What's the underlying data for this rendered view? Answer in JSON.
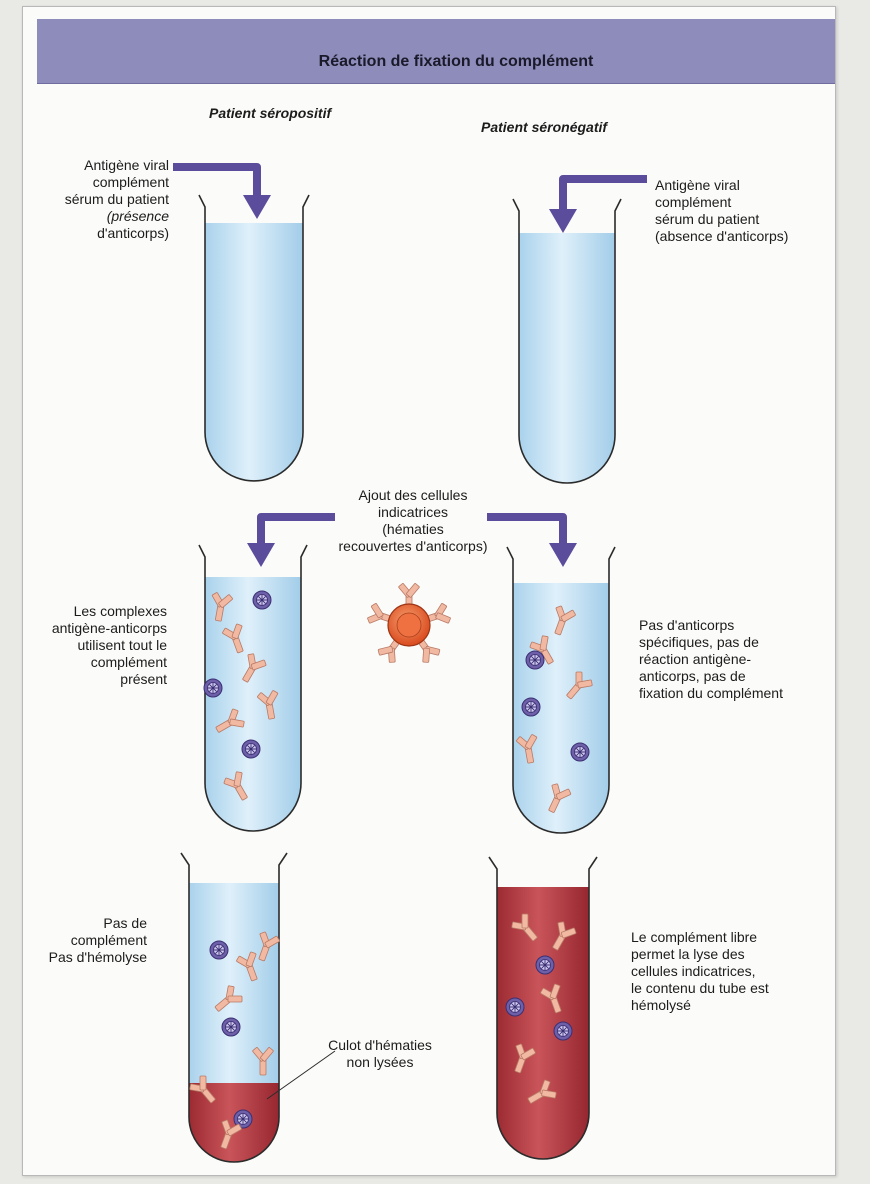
{
  "title": "Réaction de fixation du complément",
  "columns": {
    "left": "Patient séropositif",
    "right": "Patient séronégatif"
  },
  "labels": {
    "left_input": [
      "Antigène viral",
      "complément",
      "sérum du patient",
      "(présence",
      "d'anticorps)"
    ],
    "right_input": [
      "Antigène viral",
      "complément",
      "sérum du patient",
      "(absence d'anticorps)"
    ],
    "add_cells": [
      "Ajout des cellules",
      "indicatrices",
      "(hématies",
      "recouvertes d'anticorps)"
    ],
    "left_mid": [
      "Les complexes",
      "antigène-anticorps",
      "utilisent tout le",
      "complément",
      "présent"
    ],
    "right_mid": [
      "Pas d'anticorps",
      "spécifiques, pas de",
      "réaction antigène-",
      "anticorps, pas de",
      "fixation du complément"
    ],
    "left_bottom": [
      "Pas de",
      "complément",
      "Pas d'hémolyse"
    ],
    "right_bottom": [
      "Le complément libre",
      "permet la lyse des",
      "cellules indicatrices,",
      "le contenu du tube est",
      "hémolysé"
    ],
    "pellet": [
      "Culot d'hématies",
      "non lysées"
    ]
  },
  "colors": {
    "header": "#8e8cbb",
    "liquid": "#c9e4f3",
    "hemolyzed": "#b23a3f",
    "arrow": "#5b4c9c",
    "antibody": "#f2b9a2",
    "cell": "#6d5fa8"
  }
}
